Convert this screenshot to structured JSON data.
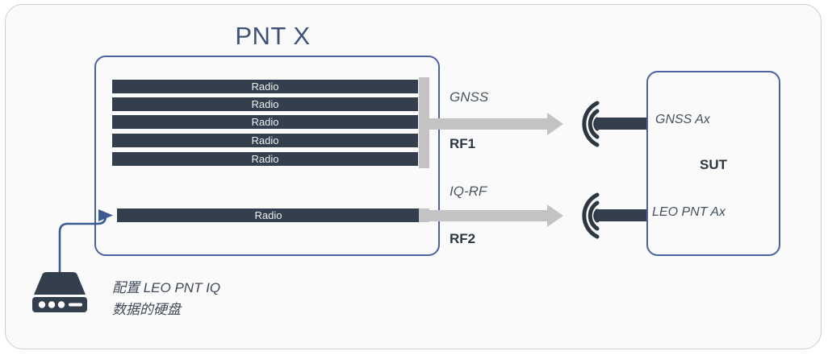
{
  "diagram": {
    "title": "PNT X",
    "pnt_box": {
      "rf1_radios": [
        {
          "label": "Radio"
        },
        {
          "label": "Radio"
        },
        {
          "label": "Radio"
        },
        {
          "label": "Radio"
        },
        {
          "label": "Radio"
        }
      ],
      "rf2_radio": {
        "label": "Radio"
      }
    },
    "flows": [
      {
        "signal": "GNSS",
        "port": "RF1"
      },
      {
        "signal": "IQ-RF",
        "port": "RF2"
      }
    ],
    "sut": {
      "gnss_antenna": "GNSS Ax",
      "title": "SUT",
      "leo_antenna": "LEO PNT Ax"
    },
    "storage": {
      "caption_line1": "配置 LEO PNT IQ",
      "caption_line2": "数据的硬盘"
    },
    "colors": {
      "box_border": "#4a63a0",
      "radio_fill": "#333f4c",
      "arrow_gray": "#c3c3c3",
      "title_blue": "#3d5277",
      "outer_border": "#cfcfcf",
      "background": "#fafafa"
    }
  }
}
